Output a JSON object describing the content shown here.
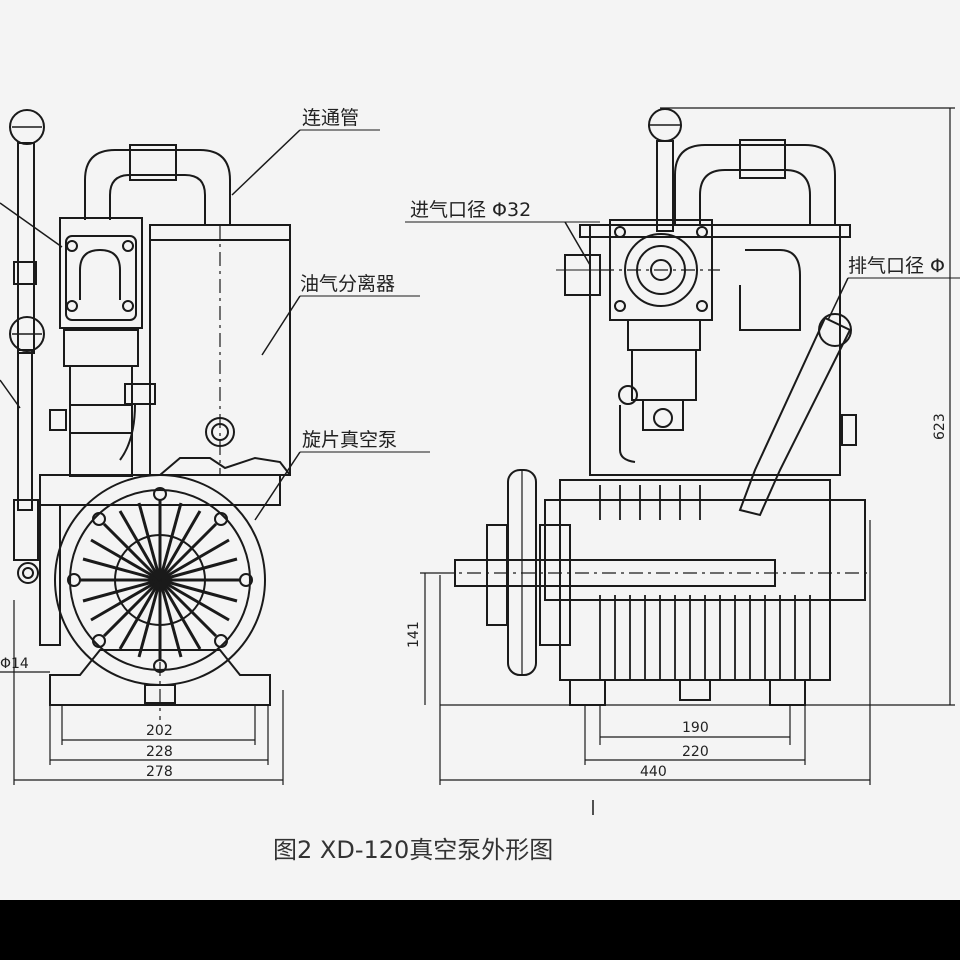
{
  "labels": {
    "connecting_pipe": "连通管",
    "oil_gas_separator": "油气分离器",
    "rotary_vane_pump": "旋片真空泵",
    "inlet_diameter": "进气口径 Φ32",
    "outlet_diameter": "排气口径 Φ"
  },
  "dimensions": {
    "left_inner_width": "202",
    "left_middle_width": "228",
    "left_outer_width": "278",
    "left_hole": "Φ14",
    "right_inner_width": "190",
    "right_middle_width": "220",
    "right_outer_width": "440",
    "right_height": "623",
    "shaft_height": "141"
  },
  "caption": "图2  XD-120真空泵外形图",
  "colors": {
    "line": "#1a1a1a",
    "paper": "#f4f4f4",
    "bar": "#000000"
  }
}
